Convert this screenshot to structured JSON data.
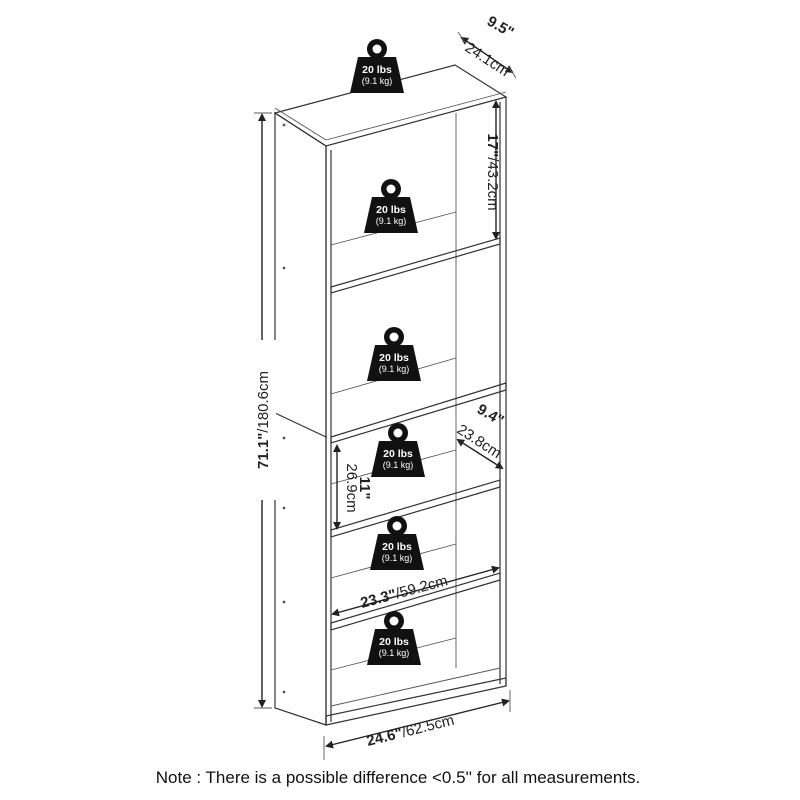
{
  "weights": [
    {
      "lbs": "20 lbs",
      "kg": "(9.1 kg)"
    },
    {
      "lbs": "20 lbs",
      "kg": "(9.1 kg)"
    },
    {
      "lbs": "20 lbs",
      "kg": "(9.1 kg)"
    },
    {
      "lbs": "20 lbs",
      "kg": "(9.1 kg)"
    },
    {
      "lbs": "20 lbs",
      "kg": "(9.1 kg)"
    },
    {
      "lbs": "20 lbs",
      "kg": "(9.1 kg)"
    }
  ],
  "dimensions": {
    "top_depth_in": "9.5\"",
    "top_depth_cm": "24.1cm",
    "shelf_height_in": "17\"",
    "shelf_height_cm": "/43.2cm",
    "total_height_in": "71.1\"",
    "total_height_cm": "/180.6cm",
    "inner_depth_in": "9.4\"",
    "inner_depth_cm": "23.8cm",
    "lower_shelf_height_in": "11\"",
    "lower_shelf_height_cm": "26.9cm",
    "inner_width_in": "23.3\"",
    "inner_width_cm": "/59.2cm",
    "outer_width_in": "24.6\"",
    "outer_width_cm": "/62.5cm"
  },
  "note": "Note : There is a possible difference <0.5'' for all measurements."
}
